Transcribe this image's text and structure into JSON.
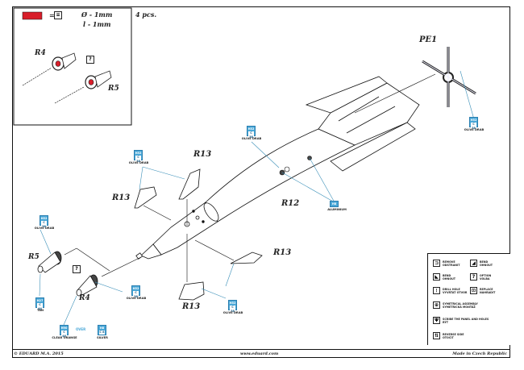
{
  "header": {
    "scale_note_diameter": "Ø - 1mm",
    "scale_note_length": "l - 1mm",
    "quantity": "4 pcs.",
    "color_key_symbol": "≡"
  },
  "inset": {
    "parts": [
      "R4",
      "R5"
    ],
    "option_symbol": "?"
  },
  "part_labels": {
    "pe1": "PE1",
    "r12": "R12",
    "r13_a": "R13",
    "r13_b": "R13",
    "r13_c": "R13",
    "r13_d": "R13",
    "r5": "R5",
    "r4": "R4"
  },
  "option_symbol": "?",
  "paint_chips": [
    {
      "id": "pe1",
      "top": "H52",
      "bottom": "C 38",
      "name": "OLIVE DRAB"
    },
    {
      "id": "r12-body",
      "top": "H52",
      "bottom": "C 38",
      "name": "OLIVE DRAB"
    },
    {
      "id": "r12-aluminium",
      "top": "H8",
      "bottom": "C 8",
      "name": "ALUMINIUM"
    },
    {
      "id": "r13-upper",
      "top": "H52",
      "bottom": "C 38",
      "name": "OLIVE DRAB"
    },
    {
      "id": "r13-lower",
      "top": "H52",
      "bottom": "C 38",
      "name": "OLIVE DRAB"
    },
    {
      "id": "r5-body",
      "top": "H52",
      "bottom": "C 38",
      "name": "OLIVE DRAB"
    },
    {
      "id": "r5-tip",
      "top": "H27",
      "bottom": "C 44",
      "name": "TAN"
    },
    {
      "id": "r4-body",
      "top": "H52",
      "bottom": "C 38",
      "name": "OLIVE DRAB"
    },
    {
      "id": "r4-lens",
      "top": "H90",
      "bottom": "C 46",
      "name": "CLEAR ORANGE"
    },
    {
      "id": "r4-silver",
      "top": "H8",
      "bottom": "C 8",
      "name": "SILVER"
    }
  ],
  "chip_connector_text": "OVER",
  "legend": [
    {
      "icon": "remove-icon",
      "glyph": "⊐",
      "en": "REMOVE",
      "cz": "ODSTRANIT"
    },
    {
      "icon": "bend-icon",
      "glyph": "◢",
      "en": "BEND",
      "cz": "OHNOUT"
    },
    {
      "icon": "bend-reverse-icon",
      "glyph": "◣",
      "en": "BEND",
      "cz": "OHNOUT"
    },
    {
      "icon": "option-icon",
      "glyph": "?",
      "en": "OPTION",
      "cz": "VOLBA"
    },
    {
      "icon": "drill-hole-icon",
      "glyph": "⦙",
      "en": "DRILL HOLE",
      "cz": "VYVRTAT OTVOR"
    },
    {
      "icon": "replace-icon",
      "glyph": "⊡",
      "en": "REPLACE",
      "cz": "NAHRADIT"
    },
    {
      "icon": "symmetrical-assembly-icon",
      "glyph": "⊕",
      "en": "SYMETRICAL ASSEMBLY",
      "cz": "SYMETRICKÁ MONTÁŽ"
    },
    {
      "icon": "scribe-icon",
      "glyph": "Ψ",
      "en": "SCRIBE THE PANEL AND HOLES",
      "cz": "RÝT"
    },
    {
      "icon": "reverse-side-icon",
      "glyph": "⇅",
      "en": "REVERSE SIDE",
      "cz": "OTOČIT"
    }
  ],
  "footer": {
    "copyright": "© EDUARD M.A. 2015",
    "website": "www.eduard.com",
    "made_in": "Made in Czech Republic"
  },
  "colors": {
    "chip": "#4aa8d8",
    "leader": "#3a8fb8",
    "red_key": "#d81e2a"
  }
}
